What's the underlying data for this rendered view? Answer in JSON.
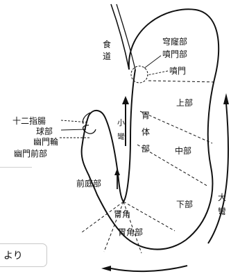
{
  "diagram": {
    "labels": {
      "esophagus": "食\n道",
      "fornix": "穹窿部",
      "cardia_area": "噴門部",
      "cardia": "噴門",
      "upper": "上部",
      "body": "胃\n体\n部",
      "middle": "中部",
      "lower": "下部",
      "lesser_curvature": "小\n彎",
      "greater_curvature": "大\n彎",
      "duodenum": "十二指腸",
      "bulb": "球部",
      "pyloric_ring": "幽門輪",
      "prepyloric": "幽門前部",
      "antrum": "前庭部",
      "angle": "胃角",
      "angular_region": "胃角部"
    }
  },
  "caption": {
    "text": "より"
  }
}
